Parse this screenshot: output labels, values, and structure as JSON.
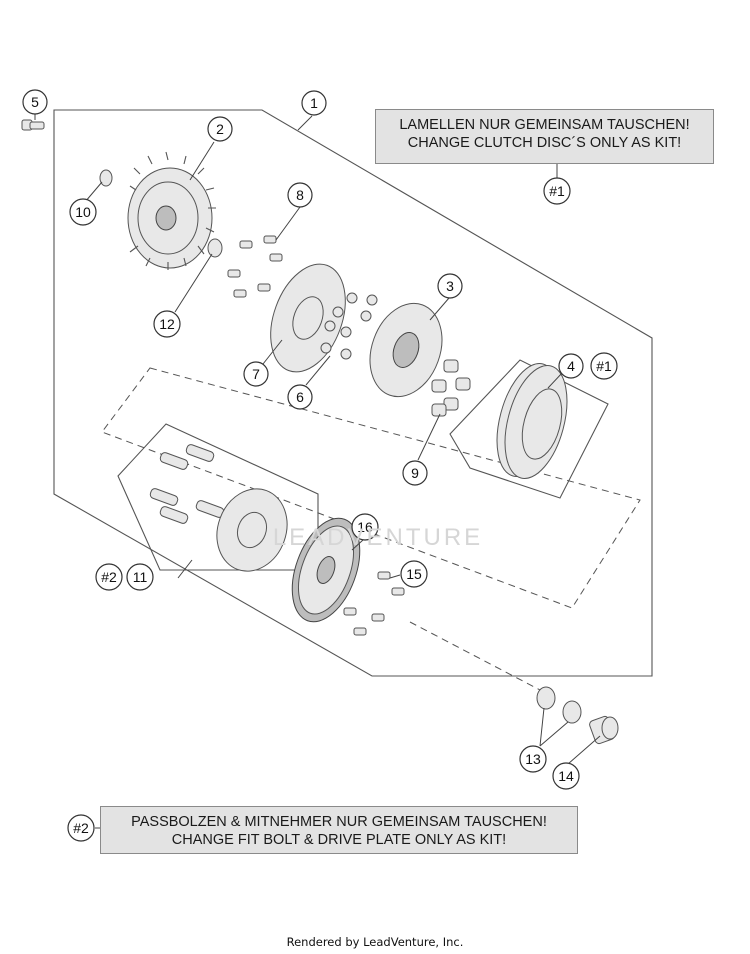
{
  "notes": {
    "note_1": {
      "line_1": "LAMELLEN NUR GEMEINSAM TAUSCHEN!",
      "line_2": "CHANGE CLUTCH DISC´S ONLY AS KIT!"
    },
    "note_2": {
      "line_1": "PASSBOLZEN & MITNEHMER NUR GEMEINSAM TAUSCHEN!",
      "line_2": "CHANGE FIT BOLT & DRIVE PLATE ONLY AS KIT!"
    }
  },
  "callouts": {
    "c1": "1",
    "c2": "2",
    "c3": "3",
    "c4": "4",
    "c5": "5",
    "c6": "6",
    "c7": "7",
    "c8": "8",
    "c9": "9",
    "c10": "10",
    "c11": "11",
    "c12": "12",
    "c13": "13",
    "c14": "14",
    "c15": "15",
    "c16": "16",
    "kit_ref_1": "#1",
    "kit_ref_1b": "#1",
    "kit_ref_2": "#2",
    "kit_ref_2b": "#2"
  },
  "watermark": "LEADVENTURE",
  "footer": "Rendered by LeadVenture, Inc."
}
